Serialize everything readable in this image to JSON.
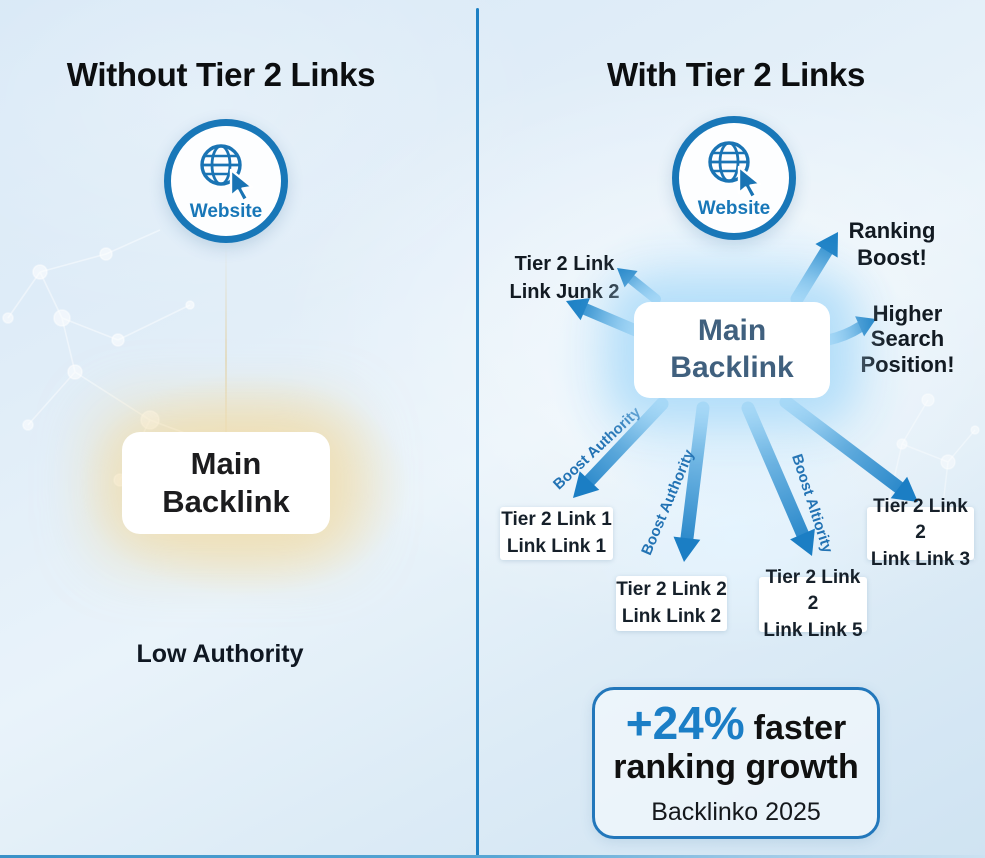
{
  "colors": {
    "accent_blue": "#1b7ec4",
    "badge_blue": "#1877b8",
    "divider_blue": "#1d80c4",
    "main_box_text_right": "#40607e",
    "warm_glow": "#f3d898",
    "boost_label_blue": "#2373b4",
    "text_dark": "#0c0e10"
  },
  "left": {
    "title": "Without Tier 2 Links",
    "website_label": "Website",
    "main_box_label": "Main\nBacklink",
    "caption": "Low Authority"
  },
  "right": {
    "title": "With Tier 2 Links",
    "website_label": "Website",
    "main_box_label": "Main\nBacklink",
    "label_top_left": "Tier 2 Link\nLink Junk 2",
    "label_ranking": "Ranking\nBoost!",
    "label_position": "Higher\nSearch\nPosition!",
    "arrow_labels": [
      "Boost Authority",
      "Boost Authority",
      "Boost Altiority"
    ],
    "tier2_boxes": [
      "Tier 2 Link 1\nLink Link 1",
      "Tier 2 Link 2\nLink Link 2",
      "Tier 2 Link 2\nLink Link 5",
      "Tier 2 Link 2\nLink Link 3"
    ],
    "stat": {
      "value": "+24%",
      "suffix": "faster",
      "line2": "ranking growth",
      "source": "Backlinko 2025"
    }
  }
}
